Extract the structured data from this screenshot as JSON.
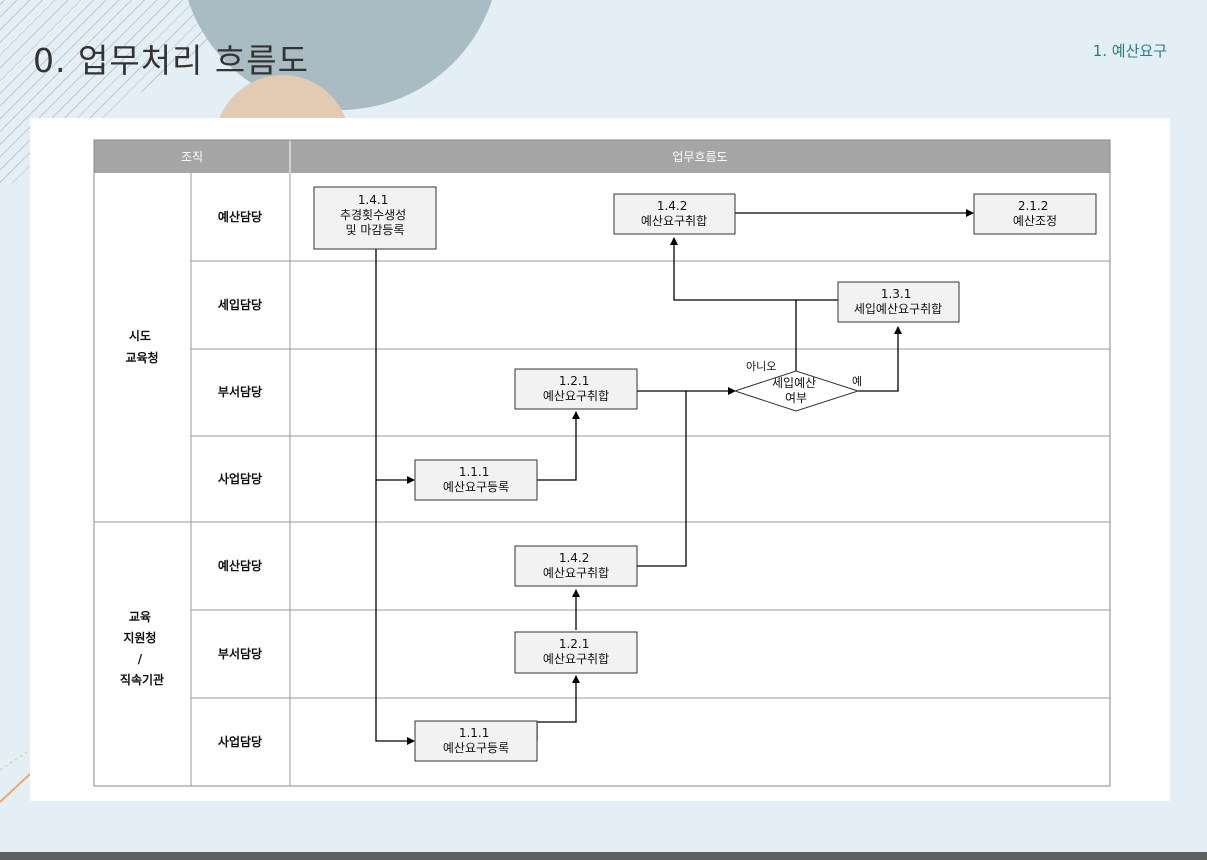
{
  "page": {
    "title": "0. 업무처리 흐름도",
    "section": "1. 예산요구"
  },
  "table": {
    "header_org": "조직",
    "header_flow": "업무흐름도",
    "group1": [
      "시도",
      "교육청"
    ],
    "group2": [
      "교육",
      "지원청",
      "/",
      "직속기관"
    ],
    "lanes": [
      "예산담당",
      "세입담당",
      "부서담당",
      "사업담당",
      "예산담당",
      "부서담당",
      "사업담당"
    ]
  },
  "boxes": {
    "b141": [
      "1.4.1",
      "추경횟수생성",
      "및 마감등록"
    ],
    "b142_top": [
      "1.4.2",
      "예산요구취합"
    ],
    "b212": [
      "2.1.2",
      "예산조정"
    ],
    "b131": [
      "1.3.1",
      "세입예산요구취합"
    ],
    "b121_top": [
      "1.2.1",
      "예산요구취합"
    ],
    "decision": [
      "세입예산",
      "여부"
    ],
    "b111_top": [
      "1.1.1",
      "예산요구등록"
    ],
    "b142_bot": [
      "1.4.2",
      "예산요구취합"
    ],
    "b121_bot": [
      "1.2.1",
      "예산요구취합"
    ],
    "b111_bot": [
      "1.1.1",
      "예산요구등록"
    ]
  },
  "labels": {
    "no": "아니오",
    "yes": "예"
  }
}
